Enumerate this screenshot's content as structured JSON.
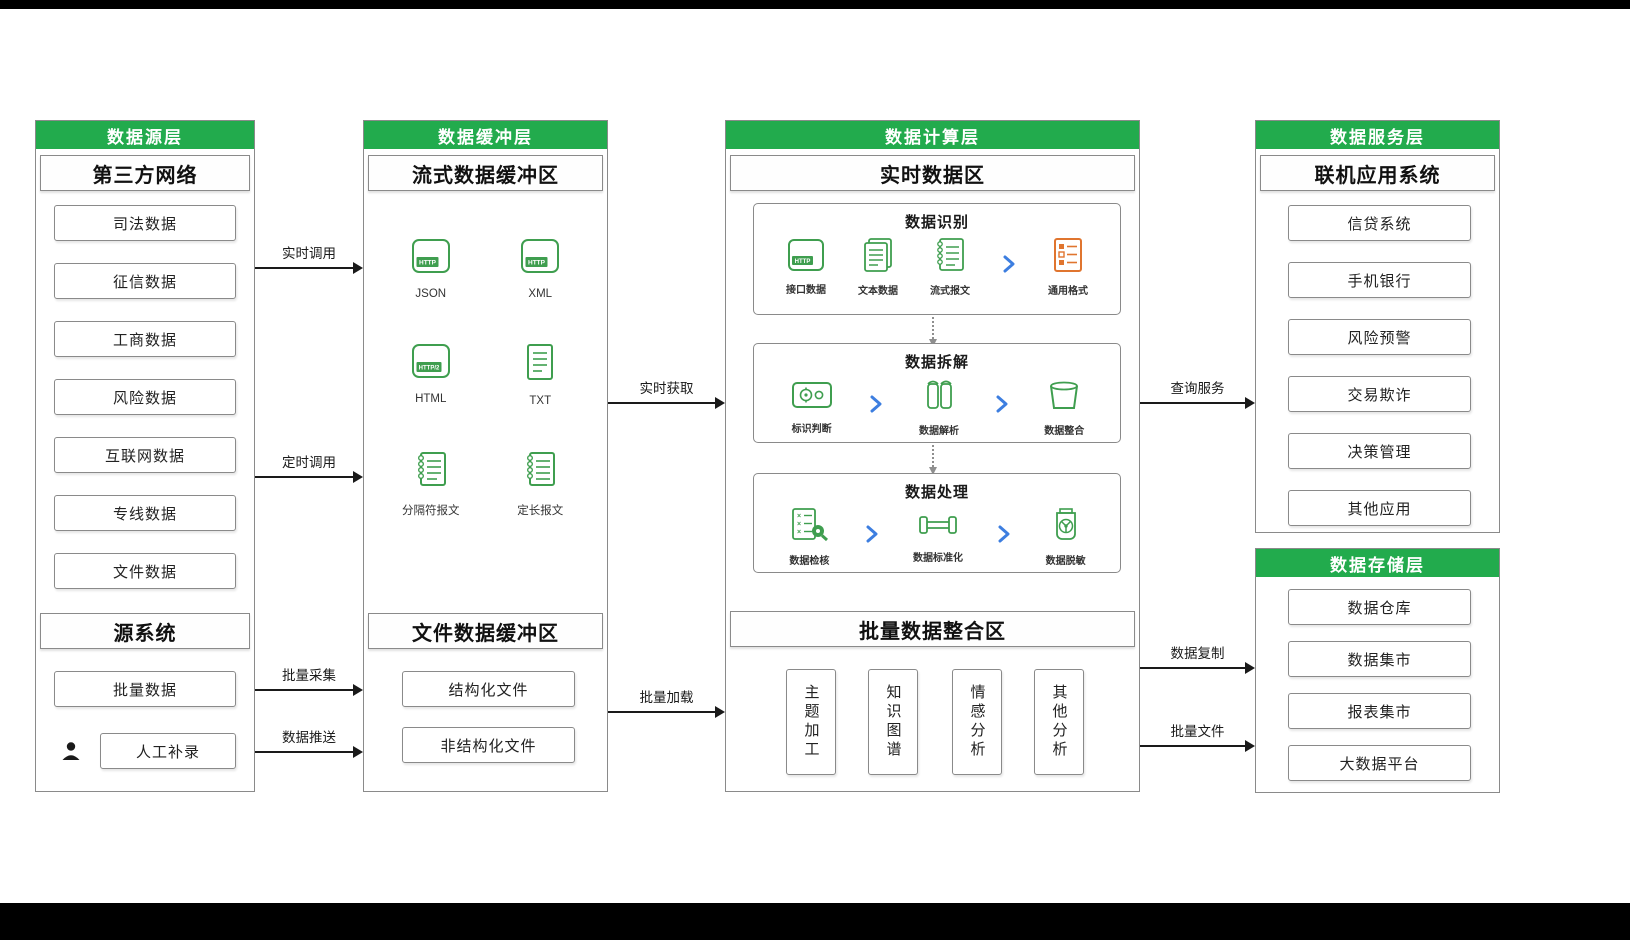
{
  "colors": {
    "header_green": "#22ab4d",
    "icon_green": "#3f9e4f",
    "icon_orange": "#e0752f",
    "chevron_blue": "#3d7ee0"
  },
  "layers": {
    "source": {
      "title": "数据源层",
      "sections": [
        {
          "title": "第三方网络",
          "items": [
            "司法数据",
            "征信数据",
            "工商数据",
            "风险数据",
            "互联网数据",
            "专线数据",
            "文件数据"
          ]
        },
        {
          "title": "源系统",
          "items": [
            "批量数据",
            "人工补录"
          ]
        }
      ]
    },
    "buffer": {
      "title": "数据缓冲层",
      "stream": {
        "title": "流式数据缓冲区",
        "items": [
          "JSON",
          "XML",
          "HTML",
          "TXT",
          "分隔符报文",
          "定长报文"
        ]
      },
      "file": {
        "title": "文件数据缓冲区",
        "items": [
          "结构化文件",
          "非结构化文件"
        ]
      }
    },
    "compute": {
      "title": "数据计算层",
      "realtime": {
        "title": "实时数据区",
        "stages": [
          {
            "title": "数据识别",
            "items": [
              "接口数据",
              "文本数据",
              "流式报文",
              "通用格式"
            ]
          },
          {
            "title": "数据拆解",
            "items": [
              "标识判断",
              "数据解析",
              "数据整合"
            ]
          },
          {
            "title": "数据处理",
            "items": [
              "数据检核",
              "数据标准化",
              "数据脱敏"
            ]
          }
        ]
      },
      "batch": {
        "title": "批量数据整合区",
        "items": [
          "主题加工",
          "知识图谱",
          "情感分析",
          "其他分析"
        ]
      }
    },
    "service": {
      "title": "数据服务层",
      "subtitle": "联机应用系统",
      "items": [
        "信贷系统",
        "手机银行",
        "风险预警",
        "交易欺诈",
        "决策管理",
        "其他应用"
      ]
    },
    "storage": {
      "title": "数据存储层",
      "items": [
        "数据仓库",
        "数据集市",
        "报表集市",
        "大数据平台"
      ]
    }
  },
  "arrows": [
    {
      "label": "实时调用"
    },
    {
      "label": "定时调用"
    },
    {
      "label": "批量采集"
    },
    {
      "label": "数据推送"
    },
    {
      "label": "实时获取"
    },
    {
      "label": "批量加载"
    },
    {
      "label": "查询服务"
    },
    {
      "label": "数据复制"
    },
    {
      "label": "批量文件"
    }
  ]
}
